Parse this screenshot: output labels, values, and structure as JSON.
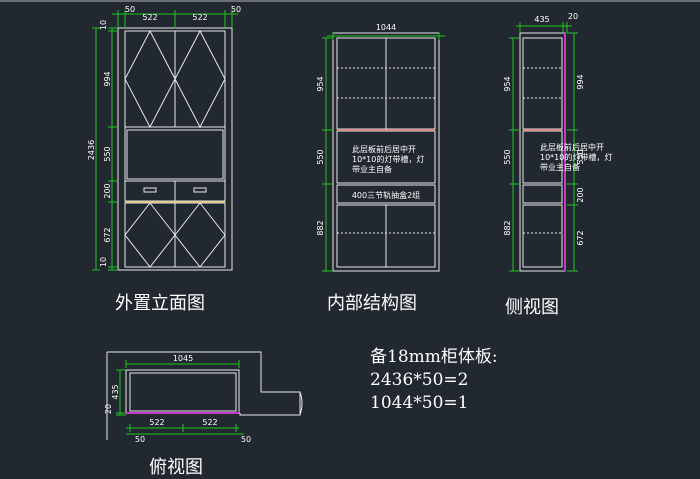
{
  "colors": {
    "background": "#212830",
    "line": "#e8e8e8",
    "dimension": "#22c51f",
    "dim_text": "#ffffff",
    "accent_red": "#d13b2b",
    "accent_magenta": "#c43bc4",
    "accent_yellow": "#d8b334"
  },
  "elevation": {
    "title": "外置立面图",
    "dim_top": [
      "50",
      "522",
      "522",
      "50"
    ],
    "dim_left": [
      "10",
      "994",
      "550",
      "200",
      "672",
      "10"
    ],
    "dim_total": "2436"
  },
  "structure": {
    "title": "内部结构图",
    "dim_top": "1044",
    "dim_left": [
      "954",
      "550",
      "882"
    ],
    "note_line1": "此层板前后居中开",
    "note_line2": "10*10的灯带槽，灯",
    "note_line3": "带业主自备",
    "drawer_label": "400三节轨抽盒2组"
  },
  "side": {
    "title": "侧视图",
    "dim_top": [
      "435",
      "20"
    ],
    "dim_left": [
      "954",
      "550",
      "882"
    ],
    "dim_right": [
      "994",
      "550",
      "200",
      "672"
    ],
    "note_line1": "此层板前后居中开",
    "note_line2": "10*10的灯带槽，灯",
    "note_line3": "带业主自备"
  },
  "plan": {
    "title": "俯视图",
    "dim_top": "1045",
    "dim_left": [
      "20",
      "435"
    ],
    "dim_bottom_inner": [
      "522",
      "522"
    ],
    "dim_bottom_outer": [
      "50",
      "50"
    ]
  },
  "notes": {
    "line1": "备18mm柜体板:",
    "line2": "2436*50=2",
    "line3": "1044*50=1"
  }
}
